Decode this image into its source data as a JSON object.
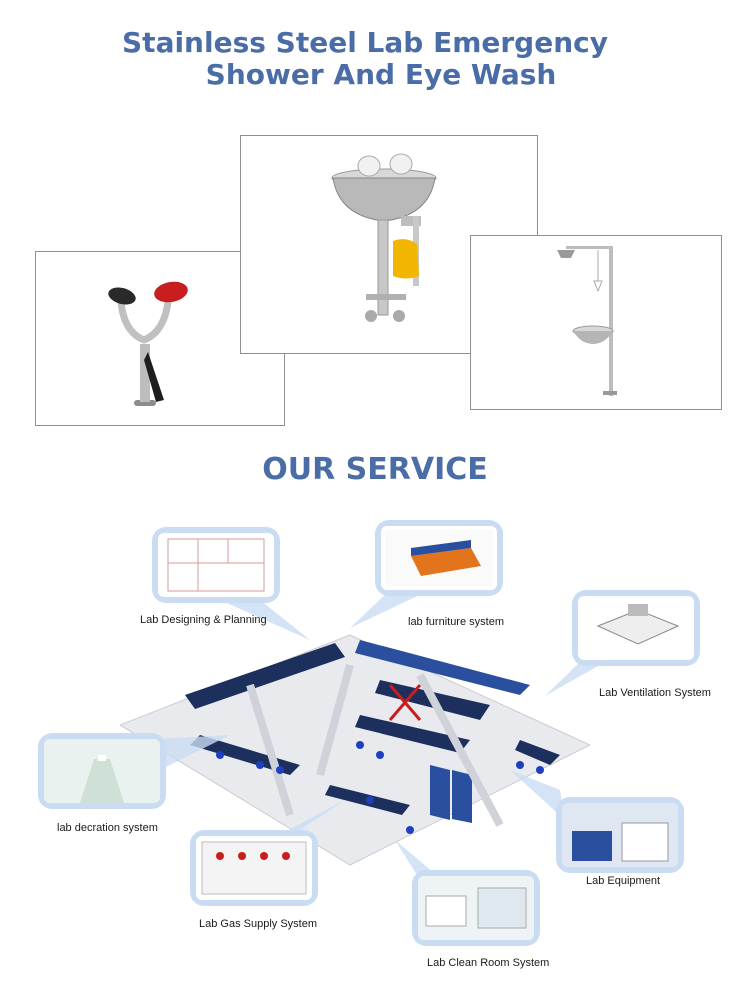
{
  "header": {
    "title_line1": "Stainless Steel Lab Emergency",
    "title_line2": "Shower And Eye Wash"
  },
  "products": [
    {
      "name": "desk-mounted-eye-wash"
    },
    {
      "name": "wall-mounted-eye-wash-bowl"
    },
    {
      "name": "combination-shower-eye-wash"
    }
  ],
  "service": {
    "title": "OUR SERVICE",
    "labels": {
      "designing": "Lab Designing & Planning",
      "furniture": "lab furniture system",
      "ventilation": "Lab Ventilation System",
      "decoration": "lab decration system",
      "equipment": "Lab Equipment",
      "gas": "Lab Gas Supply System",
      "cleanroom": "Lab Clean Room System"
    }
  },
  "colors": {
    "accent": "#4a6da7",
    "bubble": "#c9dcf2",
    "floor_dark": "#1d2f5c",
    "stool": "#1e3fbf"
  }
}
